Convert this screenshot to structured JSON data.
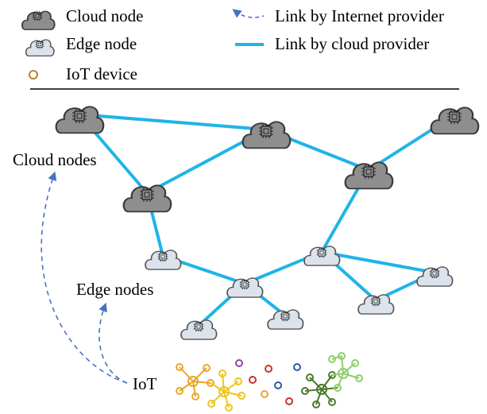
{
  "legend": {
    "cloud_node": "Cloud node",
    "edge_node": "Edge node",
    "iot_device": "IoT device",
    "internet_link": "Link by Internet provider",
    "cloud_link": "Link by cloud provider"
  },
  "labels": {
    "cloud_nodes": "Cloud nodes",
    "edge_nodes": "Edge nodes",
    "iot": "IoT"
  },
  "colors": {
    "cloud_fill": "#8e8e8e",
    "edge_fill": "#dde3ec",
    "cloud_link": "#1fb4e8",
    "internet_link": "#4a72c0",
    "iot_ring": "#b8862b",
    "iot_orange": "#e8a62a",
    "iot_yellow": "#f0c419",
    "iot_darkgreen": "#4a7a2a",
    "iot_lightgreen": "#8fcf6c",
    "iot_purple": "#8a4ca0",
    "iot_red": "#c83030",
    "iot_blue": "#2c5aa0"
  }
}
